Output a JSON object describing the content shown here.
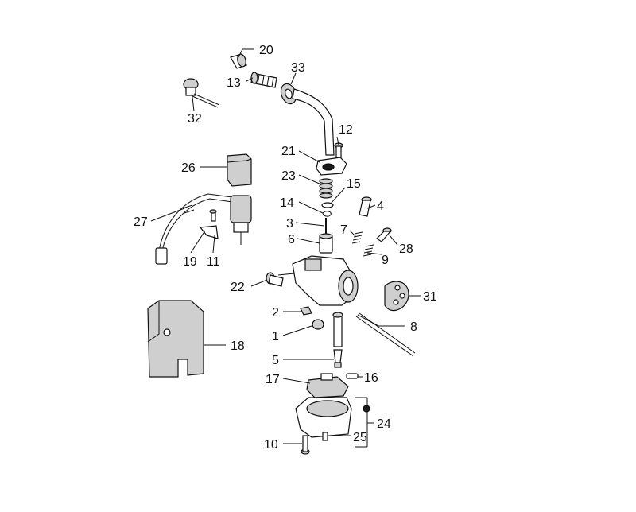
{
  "callouts": {
    "c20": "20",
    "c33": "33",
    "c13": "13",
    "c32": "32",
    "c12": "12",
    "c21": "21",
    "c26": "26",
    "c23": "23",
    "c15": "15",
    "c14": "14",
    "c4": "4",
    "c3": "3",
    "c7": "7",
    "c27": "27",
    "c6": "6",
    "c28": "28",
    "c9": "9",
    "c19": "19",
    "c11": "11",
    "c22": "22",
    "c31": "31",
    "c2": "2",
    "c8": "8",
    "c1": "1",
    "c18": "18",
    "c5": "5",
    "c16": "16",
    "c17": "17",
    "c24": "24",
    "c25": "25",
    "c10": "10"
  }
}
